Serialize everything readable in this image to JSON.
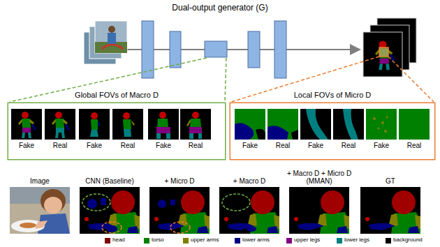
{
  "diagram": {
    "nodes": [
      {
        "text": [
          "Global FOVs of Macro D"
        ]
      },
      {
        "text": [
          "Fake"
        ],
        "in": 0
      },
      {
        "text": [
          "Real"
        ],
        "in": 0
      },
      {
        "text": [
          "Fake"
        ],
        "in": 0
      },
      {
        "text": [
          "Real"
        ],
        "in": 0
      },
      {
        "text": [
          "Fake"
        ],
        "in": 0
      },
      {
        "text": [
          "Real"
        ],
        "in": 0
      },
      {
        "text": [
          "Local FOVs of Micro D"
        ]
      },
      {
        "text": [
          "Fake"
        ],
        "in": 7
      },
      {
        "text": [
          "Real"
        ],
        "in": 7
      },
      {
        "text": [
          "Fake"
        ],
        "in": 7
      },
      {
        "text": [
          "Real"
        ],
        "in": 7
      },
      {
        "text": [
          "Fake"
        ],
        "in": 7
      },
      {
        "text": [
          "Real"
        ],
        "in": 7
      },
      {
        "text": [
          "Image"
        ]
      },
      {
        "text": [
          "CNN (Baseline)"
        ]
      },
      {
        "text": [
          "+ Micro D"
        ]
      },
      {
        "text": [
          "+ Macro D"
        ]
      },
      {
        "text": [
          "+ Macro D + Micro D (MMAN)"
        ]
      },
      {
        "text": [
          "GT"
        ]
      }
    ],
    "labels": [
      "Dual-output generator (G)"
    ],
    "legend": [
      {
        "text": "head",
        "color": "#800000"
      },
      {
        "text": "torso",
        "color": "#008000"
      },
      {
        "text": "upper arms",
        "color": "#808000"
      },
      {
        "text": "lower arms",
        "color": "#000080"
      },
      {
        "text": "upper legs",
        "color": "#800080"
      },
      {
        "text": "lower legs",
        "color": "#008080"
      },
      {
        "text": "background",
        "color": "#000000"
      }
    ]
  }
}
